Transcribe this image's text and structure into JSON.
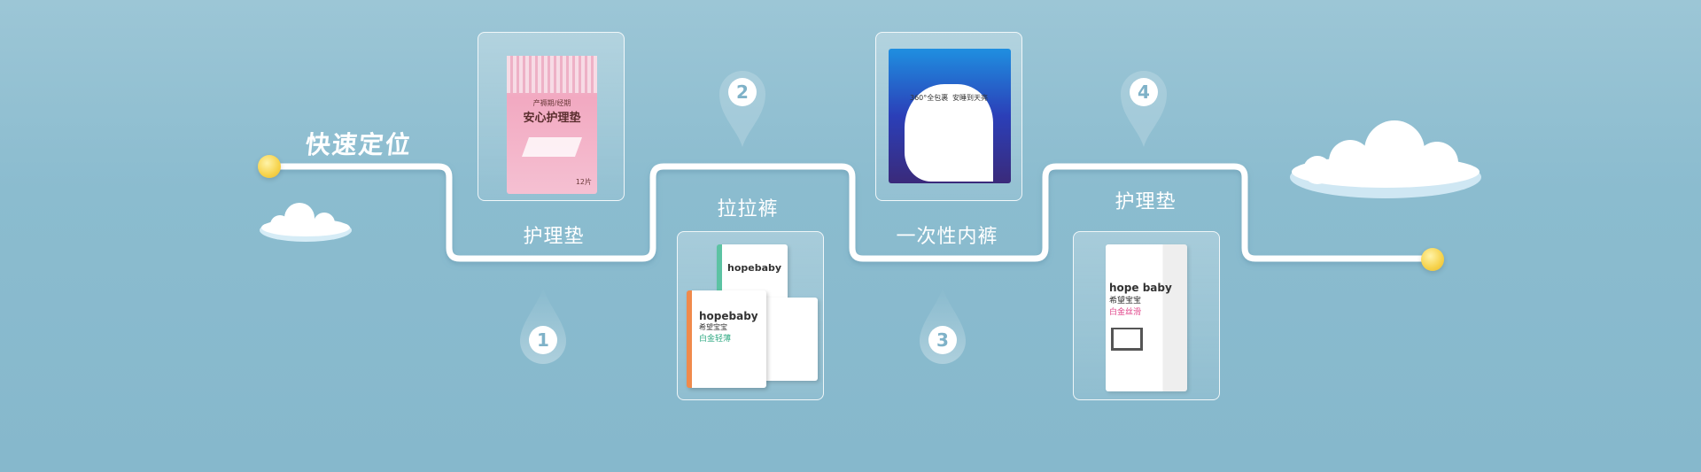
{
  "title": "快速定位",
  "steps": [
    {
      "number": "1",
      "label": "护理垫",
      "product_text": [
        "产褥期/经期",
        "安心护理垫",
        "12片"
      ]
    },
    {
      "number": "2",
      "label": "拉拉裤",
      "product_text": [
        "hopebaby",
        "希望宝宝",
        "白金轻薄"
      ]
    },
    {
      "number": "3",
      "label": "一次性内裤",
      "product_text": [
        "360°全包裹",
        "安睡到天亮"
      ]
    },
    {
      "number": "4",
      "label": "护理垫",
      "product_text": [
        "hope baby",
        "希望宝宝",
        "白金丝滑"
      ]
    }
  ],
  "colors": {
    "background": "#8bbccf",
    "track": "#ffffff",
    "dot": "#f6d24a",
    "pin_number": "#7fb2c8"
  }
}
